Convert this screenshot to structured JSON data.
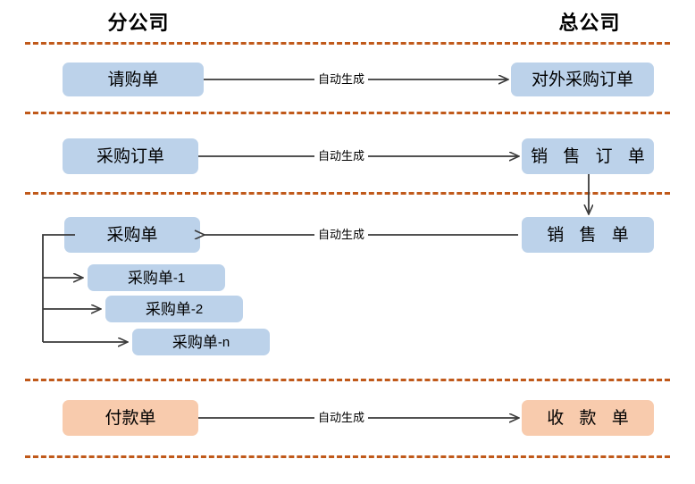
{
  "diagram": {
    "title_left": "分公司",
    "title_right": "总公司",
    "edge_label": "自动生成",
    "colors": {
      "blue_box": "#BCD2EA",
      "orange_box": "#F8CBAD",
      "divider": "#C0591A",
      "connector": "#3A3A3A",
      "text": "#000000"
    },
    "rows": [
      {
        "id": "row-requisition",
        "branch_node": "请购单",
        "head_node": "对外采购订单",
        "link_label": "自动生成",
        "direction": "left-to-right"
      },
      {
        "id": "row-purchase-order",
        "branch_node": "采购订单",
        "head_node": "销 售 订 单",
        "link_label": "自动生成",
        "direction": "left-to-right"
      },
      {
        "id": "row-purchase-bill",
        "branch_node": "采购单",
        "head_node": "销 售 单",
        "link_label": "自动生成",
        "direction": "right-to-left"
      },
      {
        "id": "row-payment",
        "branch_node": "付款单",
        "head_node": "收 款 单",
        "link_label": "自动生成",
        "direction": "left-to-right"
      }
    ],
    "split_nodes": [
      {
        "label": "采购单",
        "suffix": "-1"
      },
      {
        "label": "采购单",
        "suffix": "-2"
      },
      {
        "label": "采购单",
        "suffix": "-n"
      }
    ],
    "vertical_link": {
      "from": "销 售 订 单",
      "to": "销 售 单"
    }
  }
}
